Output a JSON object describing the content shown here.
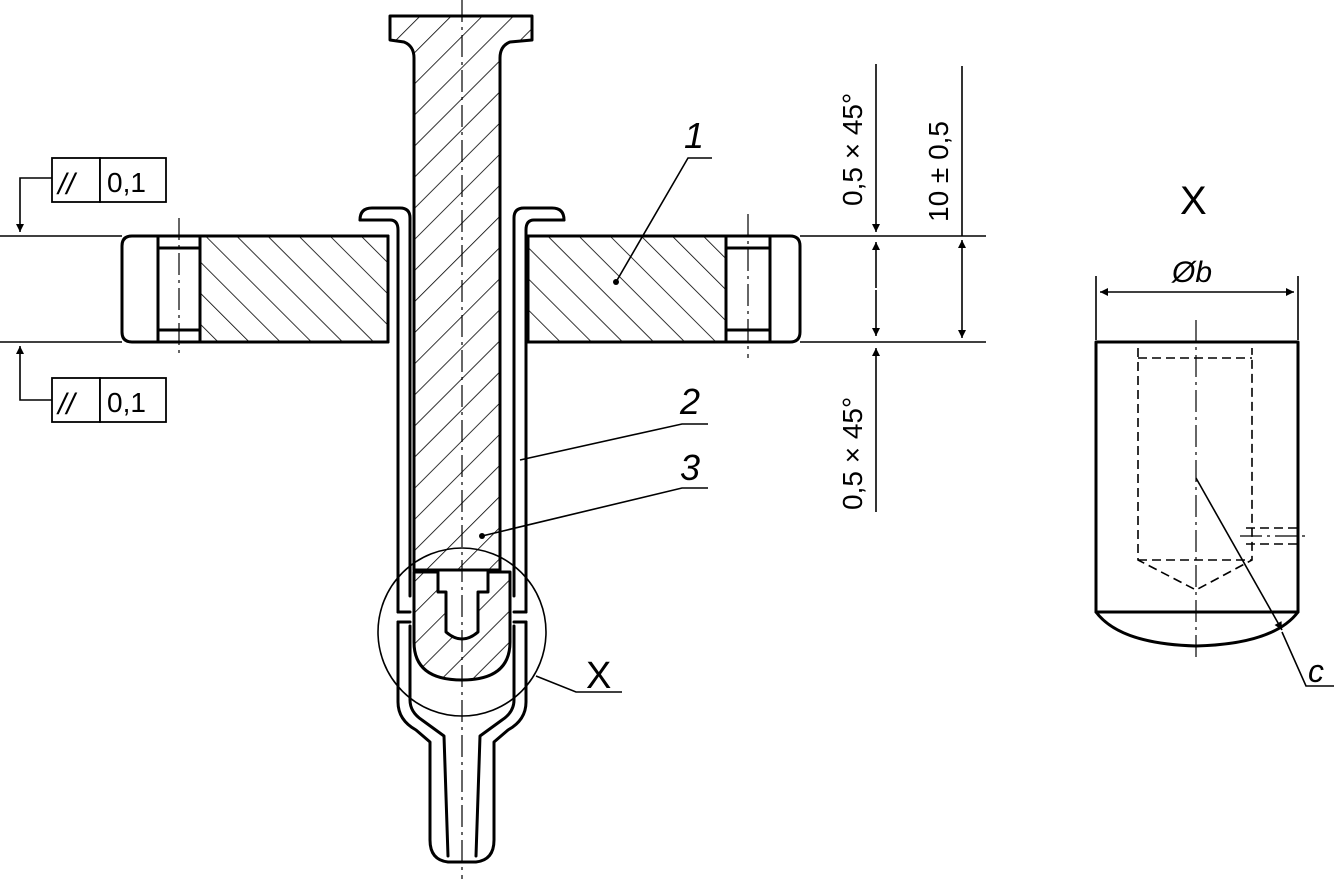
{
  "main_view": {
    "callouts": [
      "1",
      "2",
      "3"
    ],
    "detail_marker": "X",
    "tolerance_frames": [
      {
        "symbol": "//",
        "value": "0,1"
      },
      {
        "symbol": "//",
        "value": "0,1"
      }
    ],
    "dimensions": {
      "chamfer_top": "0,5 × 45°",
      "chamfer_bottom": "0,5 × 45°",
      "thickness": "10 ± 0,5"
    }
  },
  "detail_view": {
    "title": "X",
    "diameter_label": "Øb",
    "leader_label": "c"
  }
}
